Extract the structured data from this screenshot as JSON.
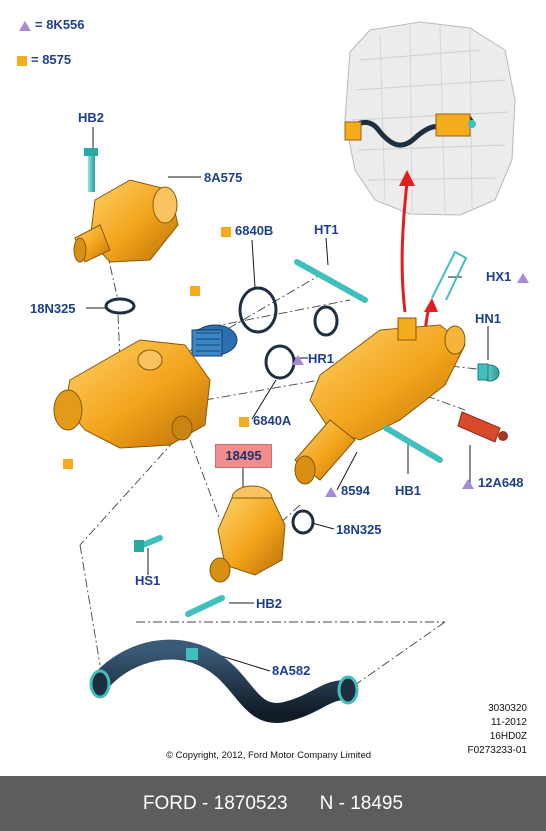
{
  "legend": [
    {
      "marker": "triangle",
      "marker_color": "#a98ad9",
      "text": "= 8K556"
    },
    {
      "marker": "square",
      "marker_color": "#f5ac1c",
      "text": "= 8575"
    }
  ],
  "labels": {
    "hb2_top": "HB2",
    "p8a575": "8A575",
    "p6840b": "6840B",
    "ht1": "HT1",
    "hx1": "HX1",
    "p18n325_left": "18N325",
    "hn1": "HN1",
    "hr1": "HR1",
    "p6840a": "6840A",
    "p18495": "18495",
    "p8594": "8594",
    "hb1": "HB1",
    "p12a648": "12A648",
    "p18n325_right": "18N325",
    "hs1": "HS1",
    "hb2_bottom": "HB2",
    "p8a582": "8A582"
  },
  "meta": {
    "line1": "3030320",
    "line2": "11-2012",
    "line3": "16HD0Z",
    "line4": "F0273233-01"
  },
  "copyright": "© Copyright, 2012, Ford Motor Company Limited",
  "footer": {
    "left": "FORD - 1870523",
    "right": "N - 18495"
  },
  "colors": {
    "label_text": "#1e3f8f",
    "part_orange": "#f5ac1c",
    "fastener_teal": "#3fc0bd",
    "hose_dark": "#1f3347",
    "highlight_box": "#f08d8d",
    "arrow_red": "#e02020",
    "footer_bg": "#5d5d5d"
  }
}
